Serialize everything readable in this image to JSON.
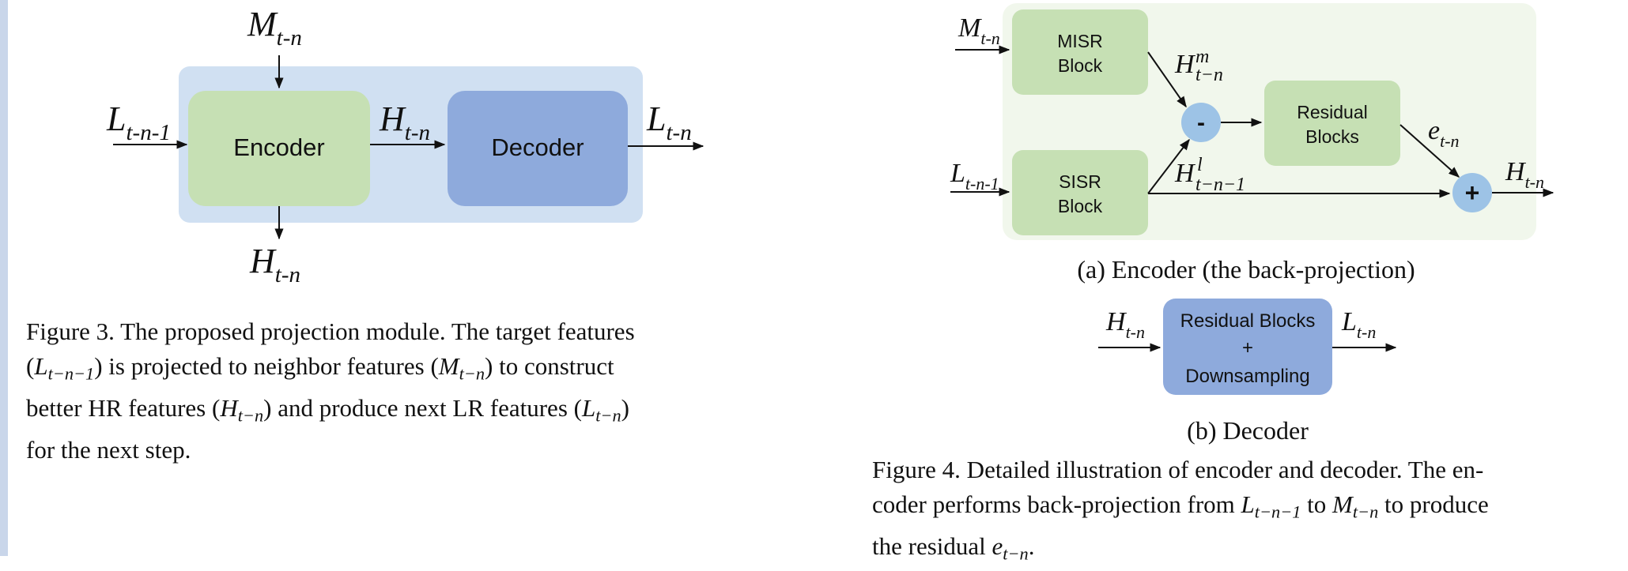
{
  "fig3": {
    "input_m": "M",
    "input_m_sub": "t-n",
    "input_l": "L",
    "input_l_sub": "t-n-1",
    "encoder_label": "Encoder",
    "mid_h": "H",
    "mid_h_sub": "t-n",
    "decoder_label": "Decoder",
    "out_l": "L",
    "out_l_sub": "t-n",
    "out_h": "H",
    "out_h_sub": "t-n",
    "caption": {
      "line1": "Figure 3. The proposed projection module. The target features",
      "line2a": "(",
      "line2b": "L",
      "line2c": "t−n−1",
      "line2d": ") is projected to neighbor features (",
      "line2e": "M",
      "line2f": "t−n",
      "line2g": ") to construct",
      "line3a": "better HR features (",
      "line3b": "H",
      "line3c": "t−n",
      "line3d": ") and produce next LR features (",
      "line3e": "L",
      "line3f": "t−n",
      "line3g": ")",
      "line4": "for the next step."
    }
  },
  "fig4": {
    "in_m": "M",
    "in_m_sub": "t-n",
    "misr_line1": "MISR",
    "misr_line2": "Block",
    "h_m": "H",
    "h_m_sup": "m",
    "h_m_sub": "t−n",
    "minus": "-",
    "residual_line1": "Residual",
    "residual_line2": "Blocks",
    "e": "e",
    "e_sub": "t-n",
    "in_l": "L",
    "in_l_sub": "t-n-1",
    "sisr_line1": "SISR",
    "sisr_line2": "Block",
    "h_l": "H",
    "h_l_sup": "l",
    "h_l_sub": "t−n−1",
    "plus": "+",
    "out_h": "H",
    "out_h_sub": "t-n",
    "sub_a": "(a) Encoder (the back-projection)",
    "dec_in_h": "H",
    "dec_in_h_sub": "t-n",
    "dec_line1": "Residual Blocks",
    "dec_line2": "+",
    "dec_line3": "Downsampling",
    "dec_out_l": "L",
    "dec_out_l_sub": "t-n",
    "sub_b": "(b) Decoder",
    "caption": {
      "line1": "Figure 4. Detailed illustration of encoder and decoder. The en-",
      "line2a": "coder performs back-projection from ",
      "line2b": "L",
      "line2c": "t−n−1",
      "line2d": " to ",
      "line2e": "M",
      "line2f": "t−n",
      "line2g": " to produce",
      "line3a": "the residual ",
      "line3b": "e",
      "line3c": "t−n",
      "line3d": "."
    }
  },
  "colors": {
    "green": "#c6e0b4",
    "blue_bg": "#d0e0f2",
    "decoder_blue": "#8eaadc",
    "encoder_bg": "#f1f7ec",
    "circle": "#9dc3e6"
  }
}
